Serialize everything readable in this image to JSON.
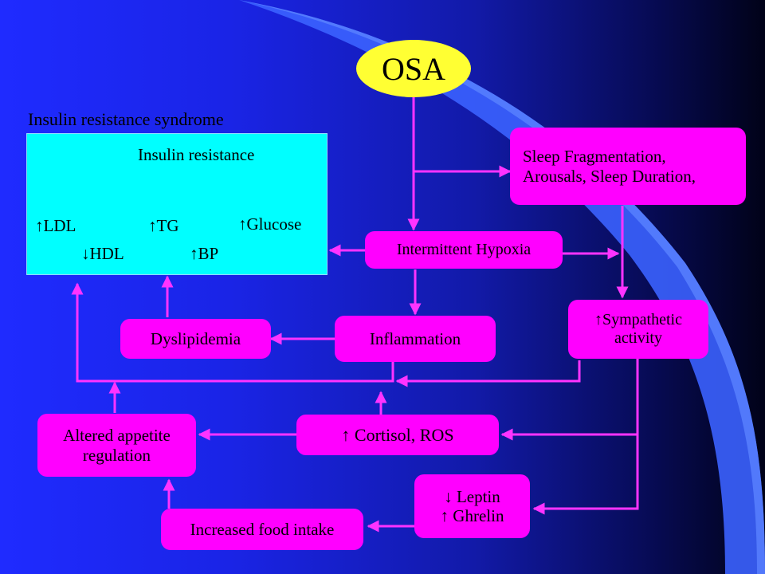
{
  "colors": {
    "node_fill": "#ff00ff",
    "osa_fill": "#ffff33",
    "panel_fill": "#00ffff",
    "connector": "#ff33ff",
    "background": "#1f2bff"
  },
  "osa": {
    "label": "OSA"
  },
  "insulin_resistance_syndrome": {
    "title": "Insulin resistance syndrome",
    "header": "Insulin resistance",
    "ldl": "↑LDL",
    "hdl": "↓HDL",
    "tg": "↑TG",
    "bp": "↑BP",
    "glucose": "↑Glucose"
  },
  "nodes": {
    "sleep_fragmentation": "Sleep Fragmentation,\nArousals, Sleep Duration,",
    "intermittent_hypoxia": "Intermittent Hypoxia",
    "sympathetic_activity": "↑Sympathetic\nactivity",
    "inflammation": "Inflammation",
    "dyslipidemia": "Dyslipidemia",
    "cortisol_ros": "↑ Cortisol, ROS",
    "altered_appetite": "Altered appetite\nregulation",
    "leptin_ghrelin": "↓ Leptin\n↑ Ghrelin",
    "increased_food_intake": "Increased food intake"
  }
}
